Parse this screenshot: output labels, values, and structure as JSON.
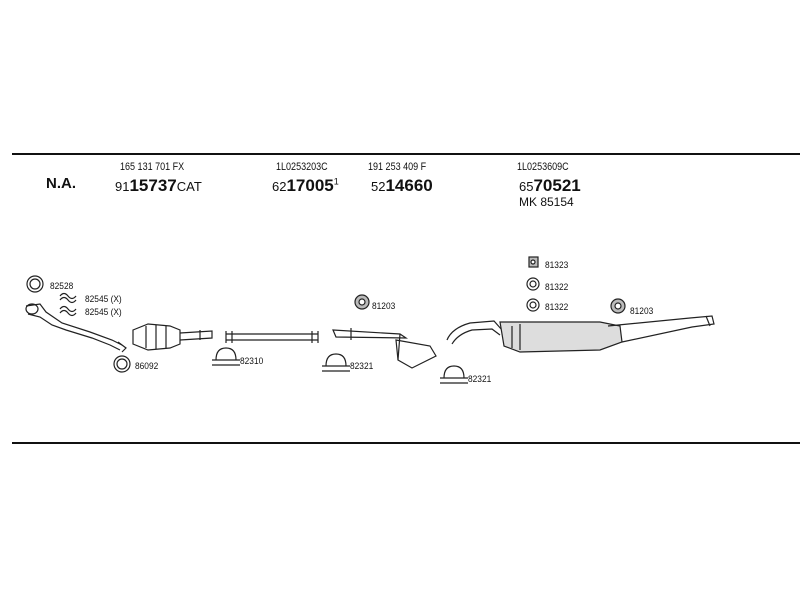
{
  "market_label": "N.A.",
  "columns": [
    {
      "oe": "165 131 701 FX",
      "prefix": "91",
      "number": "15737",
      "suffix": "CAT",
      "sub": ""
    },
    {
      "oe": "1L0253203C",
      "prefix": "62",
      "number": "17005",
      "suffix": "1",
      "sub": ""
    },
    {
      "oe": "191 253 409 F",
      "prefix": "52",
      "number": "14660",
      "suffix": "",
      "sub": ""
    },
    {
      "oe": "1L0253609C",
      "prefix": "65",
      "number": "70521",
      "suffix": "",
      "sub": "MK  85154"
    }
  ],
  "parts": [
    {
      "id": "82528"
    },
    {
      "id": "82545 (X)"
    },
    {
      "id": "82545 (X)"
    },
    {
      "id": "86092"
    },
    {
      "id": "82310"
    },
    {
      "id": "81203"
    },
    {
      "id": "82321"
    },
    {
      "id": "82321"
    },
    {
      "id": "81323"
    },
    {
      "id": "81322"
    },
    {
      "id": "81322"
    },
    {
      "id": "81203"
    }
  ]
}
